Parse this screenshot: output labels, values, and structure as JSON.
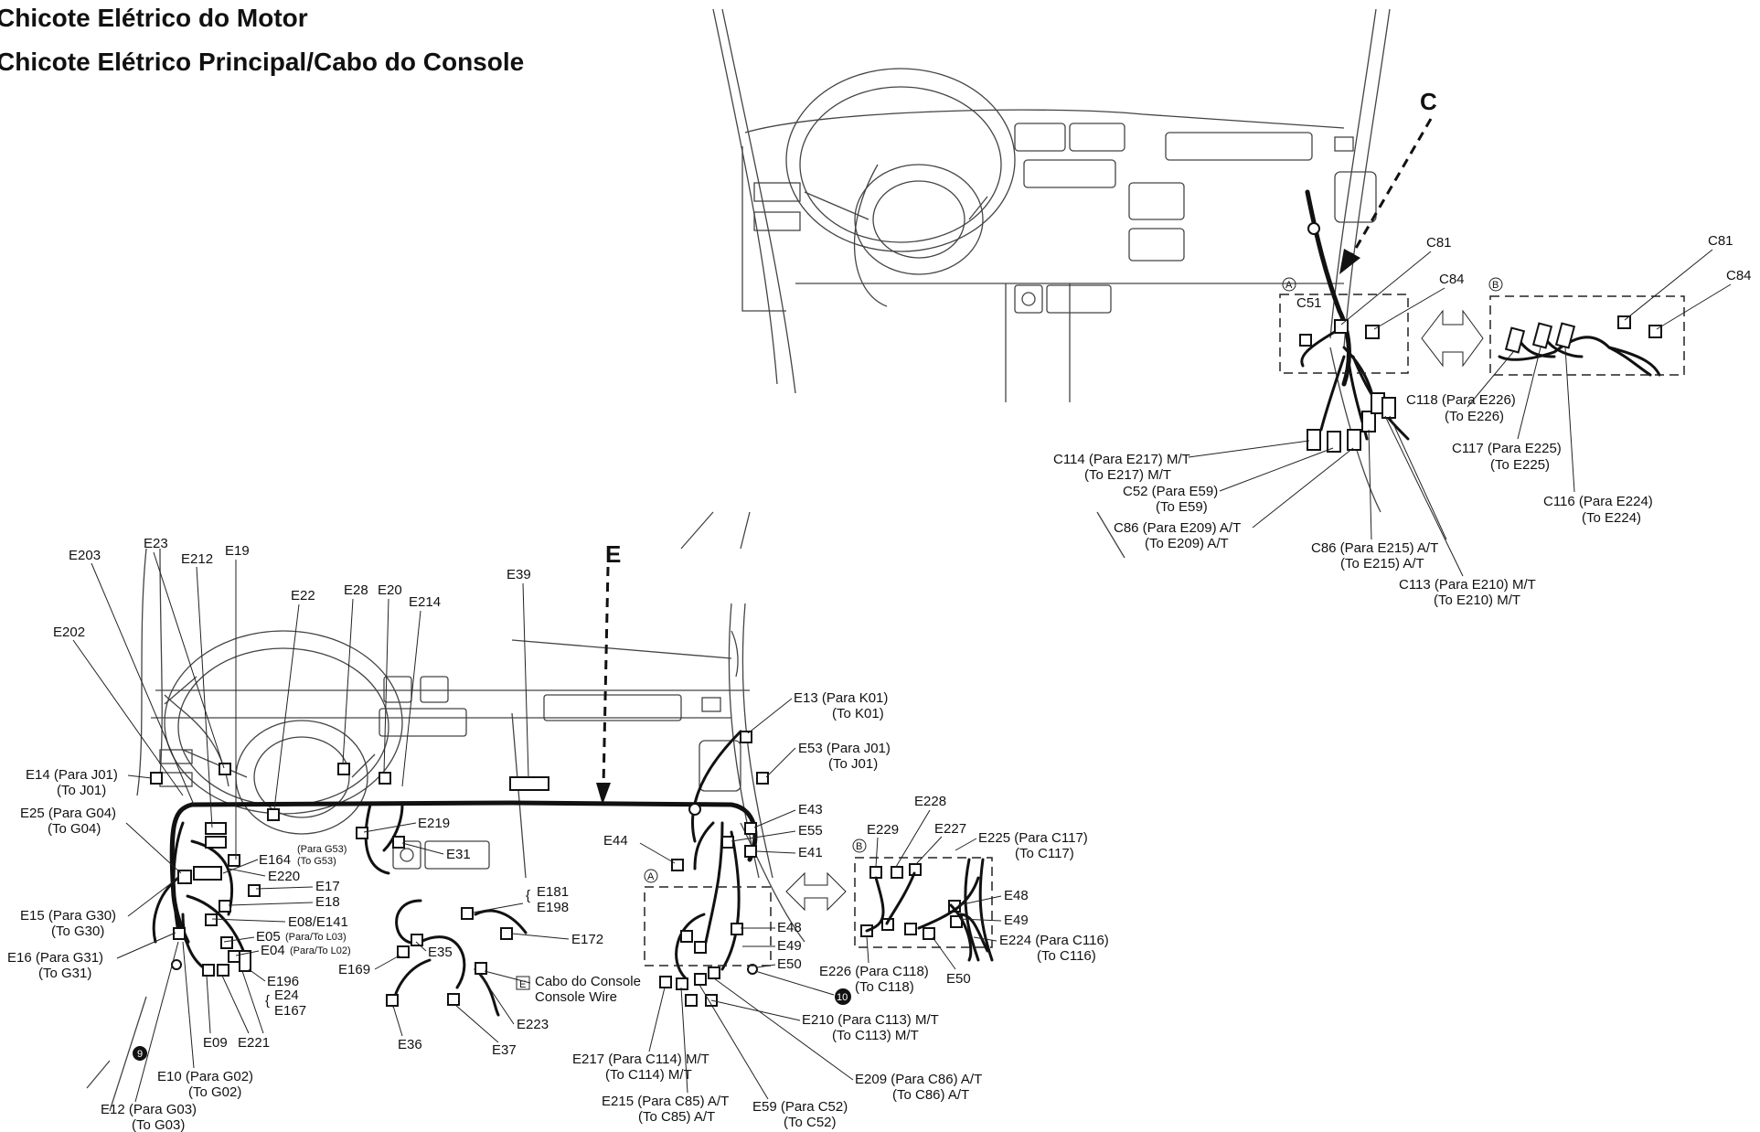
{
  "titles": {
    "engine_harness": "Chicote Elétrico do Motor",
    "main_harness": "Chicote Elétrico Principal/Cabo do Console"
  },
  "view_letters": {
    "c": "C",
    "e": "E"
  },
  "circle_markers": {
    "a": "A",
    "b": "B"
  },
  "callouts": {
    "nine": "9",
    "ten": "10"
  },
  "box_letter": "E",
  "upper_view": {
    "c51": "C51",
    "a_c81": "C81",
    "a_c84": "C84",
    "b_c81": "C81",
    "b_c84": "C84",
    "c118_1": "C118 (Para E226)",
    "c118_2": "(To E226)",
    "c117_1": "C117 (Para E225)",
    "c117_2": "(To E225)",
    "c116_1": "C116 (Para E224)",
    "c116_2": "(To E224)",
    "c114_1": "C114 (Para E217) M/T",
    "c114_2": "(To E217) M/T",
    "c52_1": "C52 (Para E59)",
    "c52_2": "(To E59)",
    "c86a_1": "C86 (Para E209) A/T",
    "c86a_2": "(To E209) A/T",
    "c86b_1": "C86 (Para E215) A/T",
    "c86b_2": "(To E215) A/T",
    "c113_1": "C113 (Para E210) M/T",
    "c113_2": "(To E210) M/T"
  },
  "lower_view": {
    "e203": "E203",
    "e23": "E23",
    "e212": "E212",
    "e19": "E19",
    "e22": "E22",
    "e28": "E28",
    "e20": "E20",
    "e214": "E214",
    "e39": "E39",
    "e202": "E202",
    "e14_1": "E14 (Para J01)",
    "e14_2": "(To J01)",
    "e25_1": "E25 (Para G04)",
    "e25_2": "(To G04)",
    "e164": "E164",
    "e164_p": "(Para G53)",
    "e164_t": "(To G53)",
    "e220": "E220",
    "e17": "E17",
    "e18": "E18",
    "e15_1": "E15 (Para G30)",
    "e15_2": "(To G30)",
    "e08": "E08/E141",
    "e05": "E05",
    "e05_s": "(Para/To L03)",
    "e04": "E04",
    "e04_s": "(Para/To L02)",
    "e16_1": "E16 (Para G31)",
    "e16_2": "(To G31)",
    "e196": "E196",
    "e24": "E24",
    "e167": "E167",
    "e09": "E09",
    "e221": "E221",
    "e10_1": "E10 (Para G02)",
    "e10_2": "(To G02)",
    "e12_1": "E12 (Para G03)",
    "e12_2": "(To G03)",
    "e219": "E219",
    "e31": "E31",
    "e181": "E181",
    "e198": "E198",
    "e172": "E172",
    "e35": "E35",
    "e169": "E169",
    "console_pt": "Cabo do Console",
    "console_en": "Console Wire",
    "e223": "E223",
    "e36": "E36",
    "e37": "E37",
    "e13_1": "E13 (Para K01)",
    "e13_2": "(To K01)",
    "e53_1": "E53 (Para J01)",
    "e53_2": "(To J01)",
    "e43": "E43",
    "e55": "E55",
    "e41": "E41",
    "e44": "E44",
    "a_e48": "E48",
    "a_e49": "E49",
    "a_e50": "E50",
    "e226_1": "E226 (Para C118)",
    "e226_2": "(To C118)",
    "e210_1": "E210 (Para C113) M/T",
    "e210_2": "(To C113) M/T",
    "e217_1": "E217 (Para C114) M/T",
    "e217_2": "(To C114) M/T",
    "e215_1": "E215 (Para C85) A/T",
    "e215_2": "(To C85) A/T",
    "e59_1": "E59 (Para C52)",
    "e59_2": "(To C52)",
    "e209_1": "E209 (Para C86) A/T",
    "e209_2": "(To C86) A/T",
    "e228": "E228",
    "e229": "E229",
    "e227": "E227",
    "e225_1": "E225 (Para C117)",
    "e225_2": "(To C117)",
    "b_e48": "E48",
    "b_e49": "E49",
    "e224_1": "E224 (Para C116)",
    "e224_2": "(To C116)",
    "b_e50": "E50"
  }
}
